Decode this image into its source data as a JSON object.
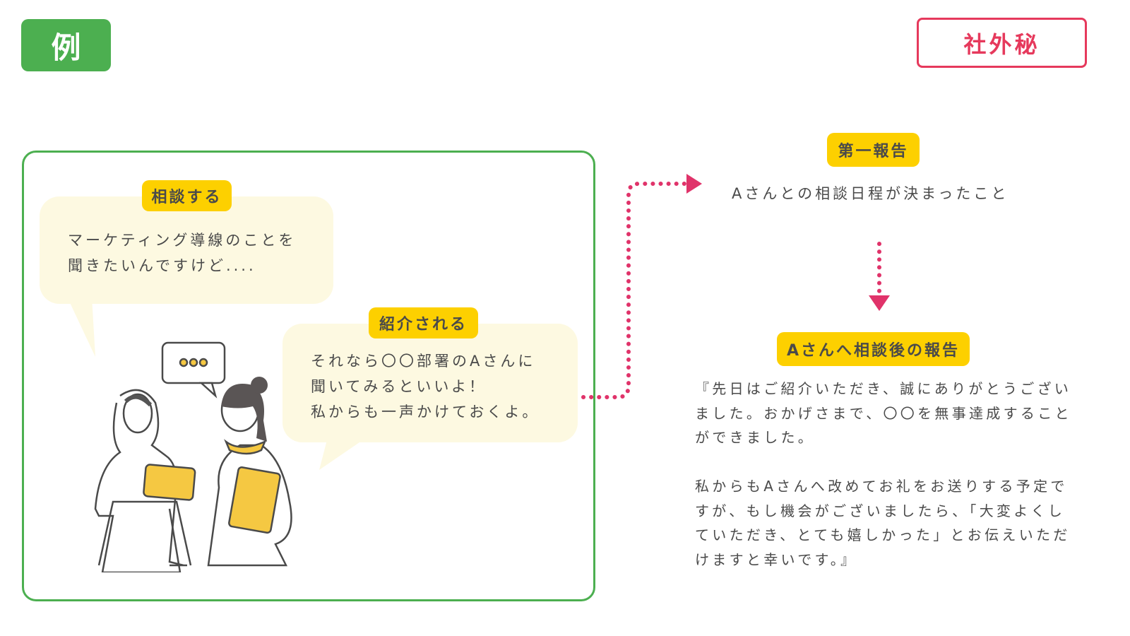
{
  "example_badge": "例",
  "confidential_badge": "社外秘",
  "consult": {
    "tag": "相談する",
    "lines": [
      "マーケティング導線のことを",
      "聞きたいんですけど...."
    ]
  },
  "introduced": {
    "tag": "紹介される",
    "lines": [
      "それなら〇〇部署のAさんに",
      "聞いてみるといいよ！",
      "私からも一声かけておくよ。"
    ]
  },
  "first_report": {
    "tag": "第一報告",
    "text": "Aさんとの相談日程が決まったこと"
  },
  "after_report": {
    "tag": "Aさんへ相談後の報告",
    "lines": [
      "『先日はご紹介いただき、誠にありがとうござい",
      "ました。おかげさまで、〇〇を無事達成すること",
      "ができました。",
      "",
      "私からもAさんへ改めてお礼をお送りする予定で",
      "すが、もし機会がございましたら、「大変よくし",
      "ていただき、とても嬉しかった」とお伝えいただ",
      "けますと幸いです。』"
    ]
  },
  "colors": {
    "green": "#4caf50",
    "red": "#e6395c",
    "yellow": "#fdd000",
    "bubble": "#fdf9e1",
    "arrow": "#e0336a"
  }
}
